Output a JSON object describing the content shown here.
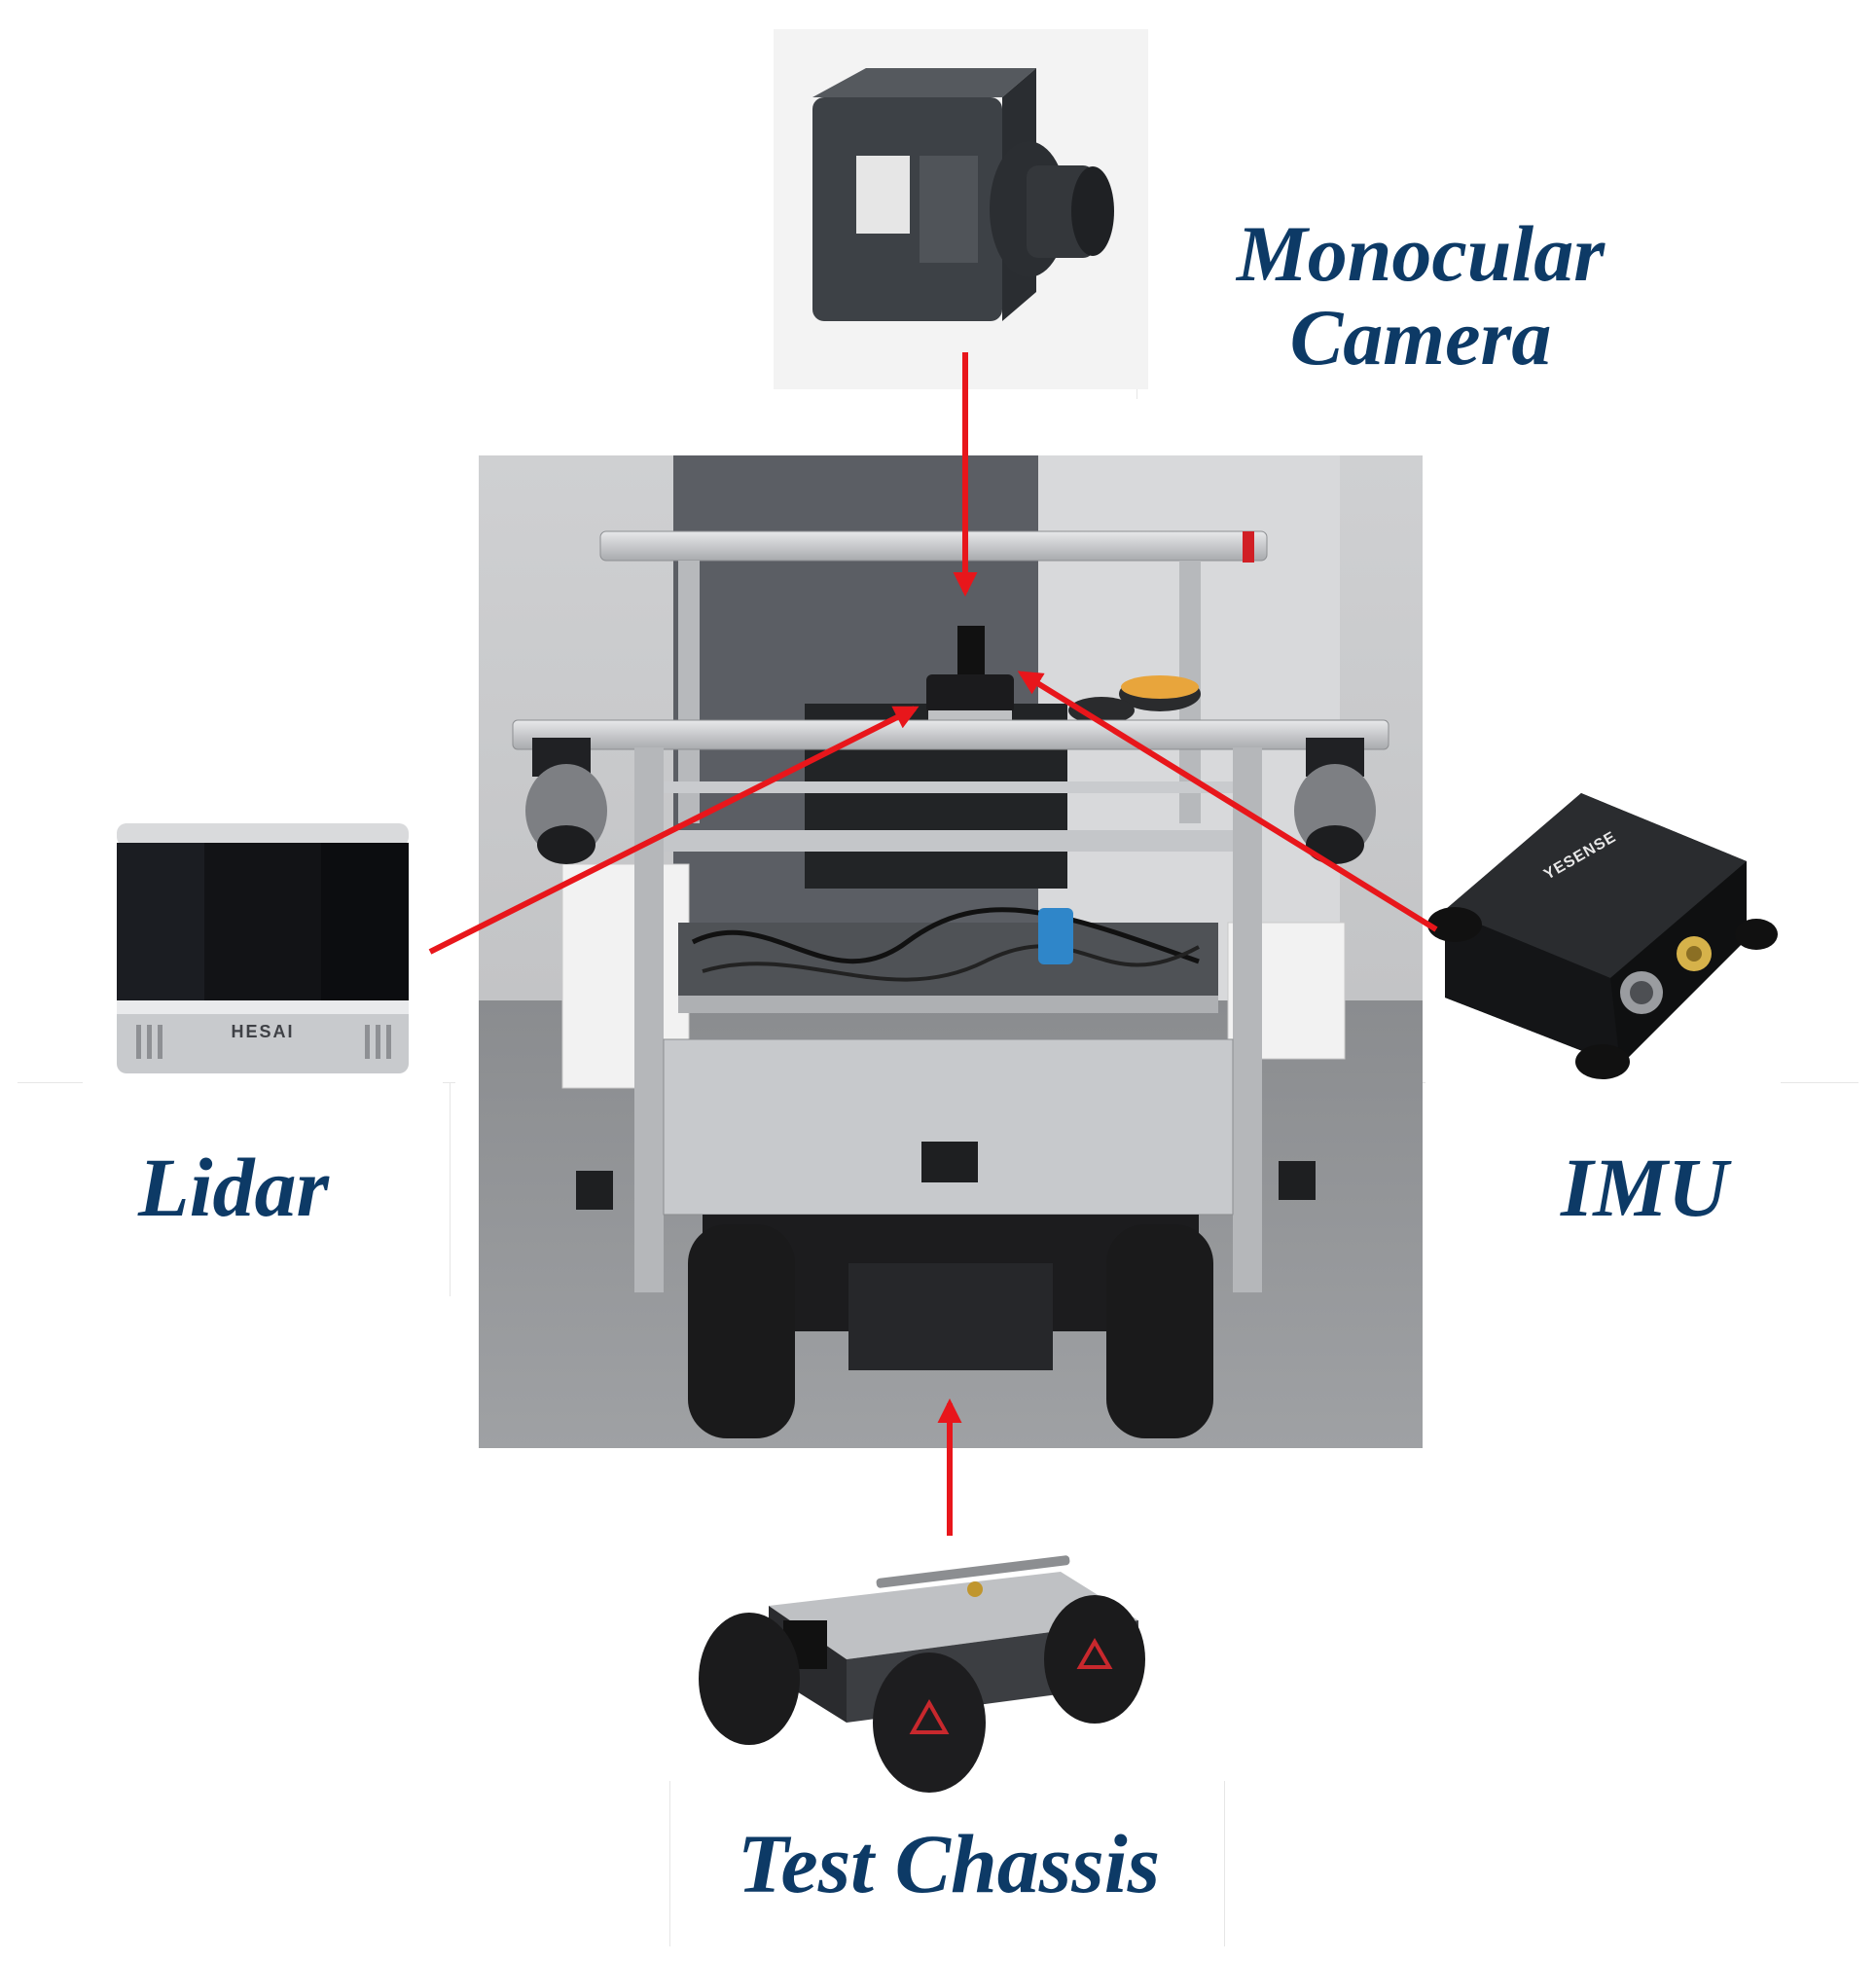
{
  "labels": {
    "monocular_camera": [
      "Monocular",
      "Camera"
    ],
    "lidar": "Lidar",
    "imu": "IMU",
    "test_chassis": "Test Chassis"
  },
  "device_markings": {
    "lidar_brand": "HESAI",
    "imu_brand": "YESENSE"
  },
  "colors": {
    "label_text": "#0d3a66",
    "arrow": "#e8161b",
    "background": "#ffffff"
  },
  "icons": [
    "monocular-camera-photo",
    "lidar-photo",
    "imu-photo",
    "test-chassis-photo",
    "vehicle-platform-photo"
  ]
}
